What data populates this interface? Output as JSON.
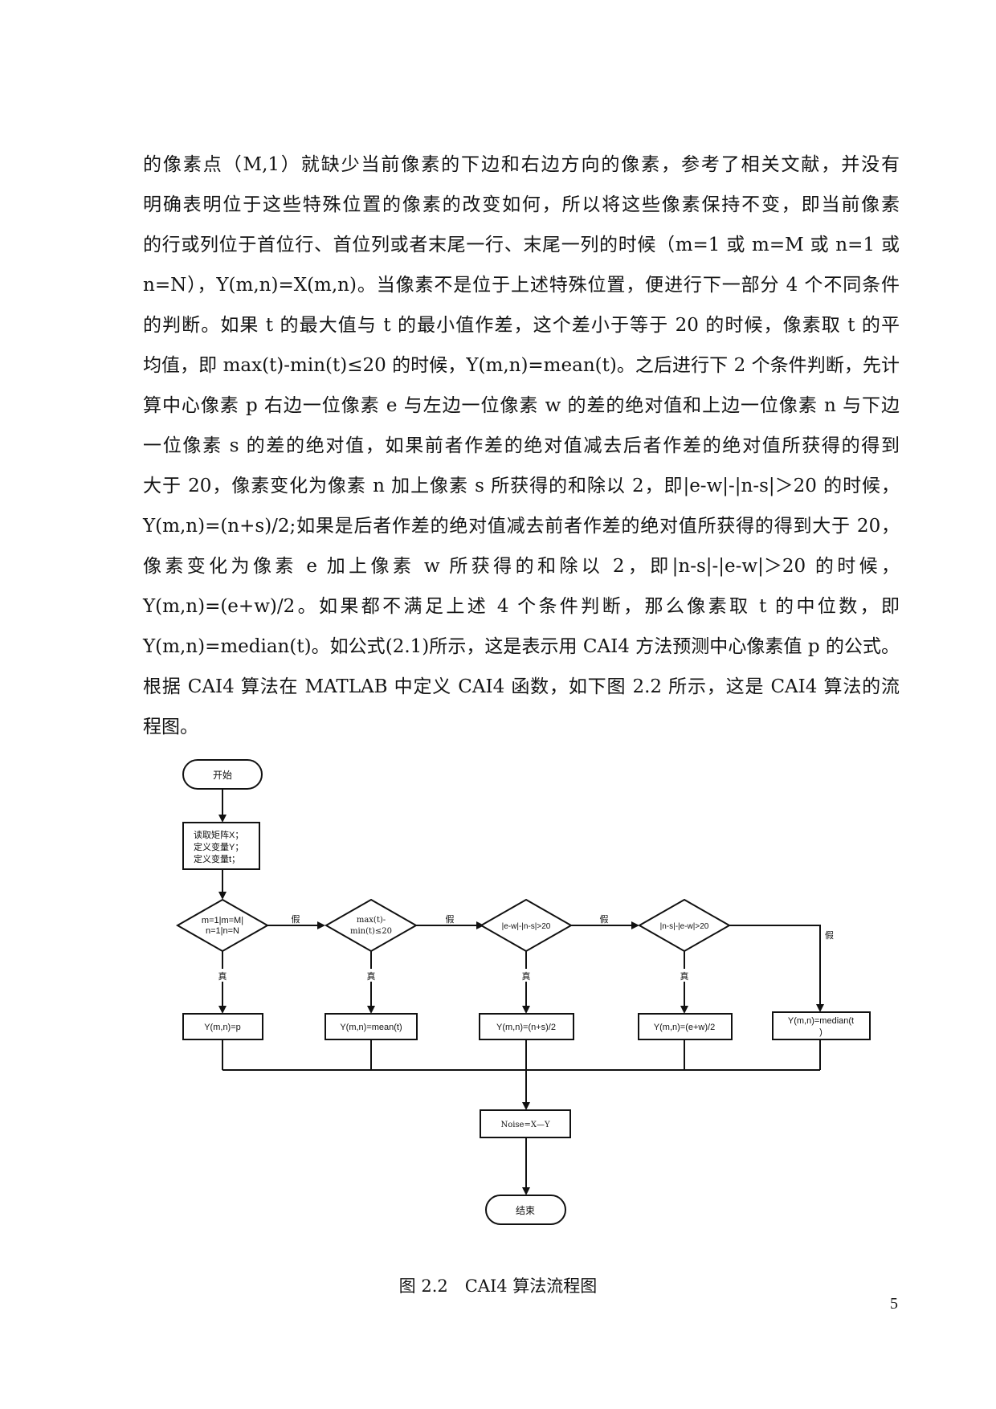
{
  "body": {
    "lines": [
      "的像素点（M,1）就缺少当前像素的下边和右边方向的像素，参考了相关文献，并没有",
      "明确表明位于这些特殊位置的像素的改变如何，所以将这些像素保持不变，即当前像素",
      "的行或列位于首位行、首位列或者末尾一行、末尾一列的时候（m=1 或 m=M 或 n=1 或",
      "n=N），Y(m,n)=X(m,n)。当像素不是位于上述特殊位置，便进行下一部分 4 个不同条件",
      "的判断。如果 t 的最大值与 t 的最小值作差，这个差小于等于 20 的时候，像素取 t 的平",
      "均值，即 max(t)-min(t)≤20 的时候，Y(m,n)=mean(t)。之后进行下 2 个条件判断，先计",
      "算中心像素 p 右边一位像素 e 与左边一位像素 w 的差的绝对值和上边一位像素 n 与下边",
      "一位像素 s 的差的绝对值，如果前者作差的绝对值减去后者作差的绝对值所获得的得到",
      "大于 20，像素变化为像素 n 加上像素 s 所获得的和除以 2，即|e-w|-|n-s|＞20 的时候，",
      "Y(m,n)=(n+s)/2;如果是后者作差的绝对值减去前者作差的绝对值所获得的得到大于 20，",
      "像素变化为像素 e 加上像素 w 所获得的和除以 2，即|n-s|-|e-w|＞20 的时候，",
      "Y(m,n)=(e+w)/2。如果都不满足上述 4 个条件判断，那么像素取 t 的中位数，即",
      "Y(m,n)=median(t)。如公式(2.1)所示，这是表示用 CAI4 方法预测中心像素值 p 的公式。",
      "根据 CAI4 算法在 MATLAB 中定义 CAI4 函数，如下图 2.2 所示，这是 CAI4 算法的流",
      "程图。"
    ]
  },
  "flowchart": {
    "start": "开始",
    "init": [
      "读取矩阵X；",
      "定义变量Y；",
      "定义变量t；"
    ],
    "cond1": [
      "m=1|m=M|",
      "n=1|n=N"
    ],
    "cond2": [
      "max(t)-",
      "min(t)≤20"
    ],
    "cond3": "|e-w|-|n-s|>20",
    "cond4": "|n-s|-|e-w|>20",
    "false_label": "假",
    "true_label": "真",
    "act1": "Y(m,n)=p",
    "act2": "Y(m,n)=mean(t)",
    "act3": "Y(m,n)=(n+s)/2",
    "act4": "Y(m,n)=(e+w)/2",
    "act5": [
      "Y(m,n)=median(t",
      ")"
    ],
    "noise": "Noise=X—Y",
    "end": "结束"
  },
  "caption": "图 2.2　CAI4 算法流程图",
  "page_number": "5"
}
